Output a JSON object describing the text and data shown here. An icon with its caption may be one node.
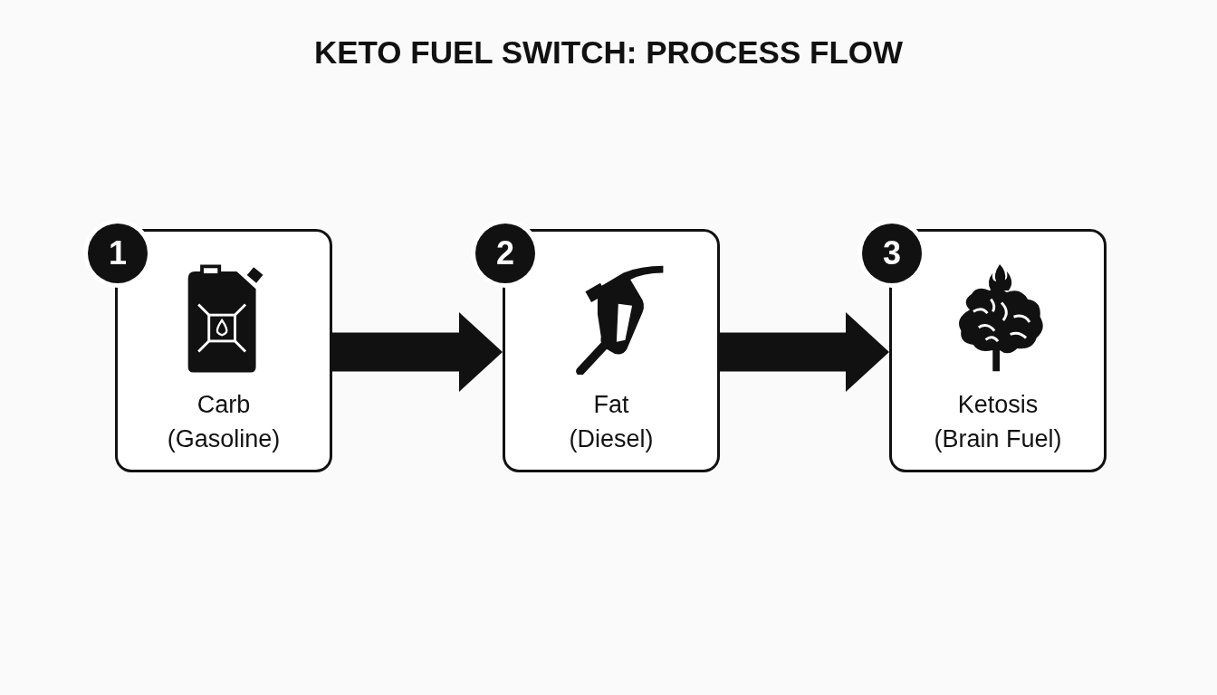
{
  "diagram": {
    "title": "KETO FUEL SWITCH: PROCESS FLOW",
    "nodes": [
      {
        "text": [
          "1",
          "Carb",
          "(Gasoline)"
        ]
      },
      {
        "text": [
          "2",
          "Fat",
          "(Diesel)"
        ]
      },
      {
        "text": [
          "3",
          "Ketosis",
          "(Brain Fuel)"
        ]
      }
    ],
    "edges": [
      {
        "from": 0,
        "to": 1,
        "arrow": "to"
      },
      {
        "from": 1,
        "to": 2,
        "arrow": "to"
      }
    ]
  }
}
